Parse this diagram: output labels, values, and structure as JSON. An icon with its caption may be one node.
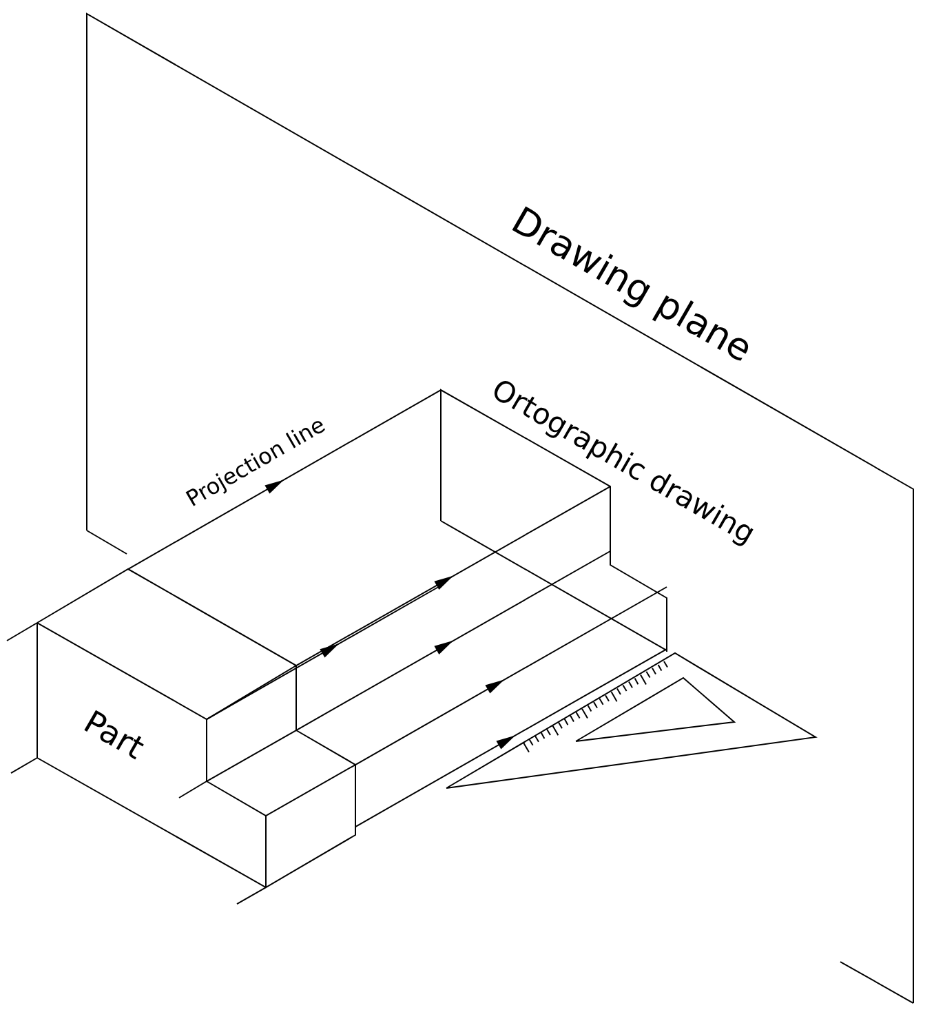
{
  "diagram": {
    "labels": [
      "Drawing plane",
      "Ortographic drawing",
      "Projection line",
      "Part"
    ]
  }
}
